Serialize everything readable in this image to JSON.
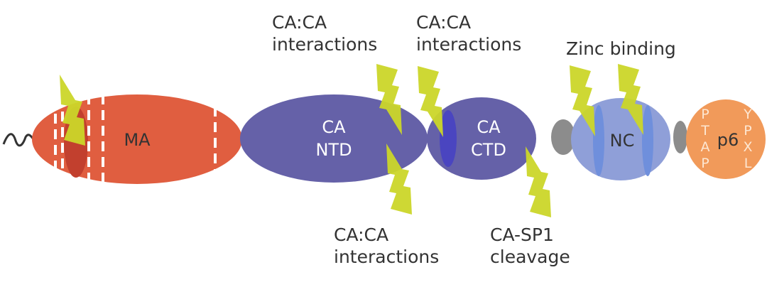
{
  "domains": {
    "ma": "MA",
    "ca_ntd_1": "CA",
    "ca_ntd_2": "NTD",
    "ca_ctd_1": "CA",
    "ca_ctd_2": "CTD",
    "nc": "NC",
    "p6": "p6"
  },
  "motifs": {
    "ptap": [
      "P",
      "T",
      "A",
      "P"
    ],
    "ypxl": [
      "Y",
      "P",
      "X",
      "L"
    ]
  },
  "labels": {
    "top1": [
      "CA:CA",
      "interactions"
    ],
    "top2": [
      "CA:CA",
      "interactions"
    ],
    "zinc": "Zinc binding",
    "bottom1": [
      "CA:CA",
      "interactions"
    ],
    "bottom2": [
      "CA-SP1",
      "cleavage"
    ]
  },
  "colors": {
    "ma": "#e05e40",
    "ca": "#6561a8",
    "nc": "#8f9fd8",
    "p6": "#f19a5a",
    "linker": "#8c8c8c",
    "bolt": "#ccd62a"
  }
}
